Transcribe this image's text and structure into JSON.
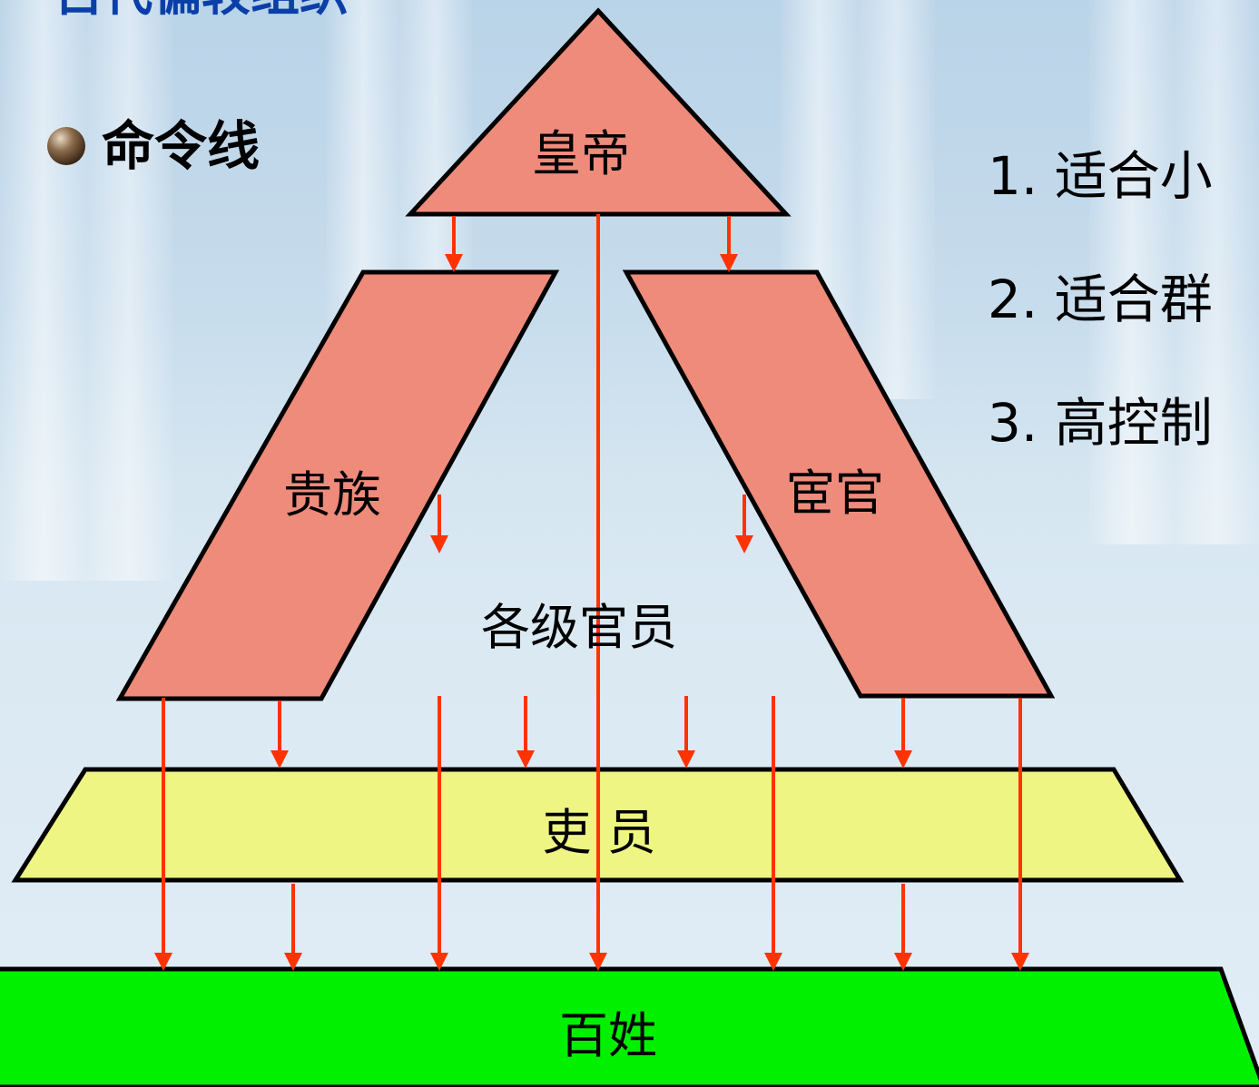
{
  "title": "古代偏较组织",
  "bullet": {
    "text": "命令线"
  },
  "list": [
    "1. 适合小",
    "2. 适合群",
    "3. 高控制"
  ],
  "nodes": {
    "emperor": "皇帝",
    "nobles": "贵族",
    "eunuchs": "宦官",
    "officials": "各级官员",
    "clerks": "吏 员",
    "commoners": "百姓"
  },
  "colors": {
    "title": "#0b3fa8",
    "salmon": "#ef8b7b",
    "yellow": "#eef582",
    "green": "#00f000",
    "arrow": "#ff3300",
    "outline": "#000000"
  }
}
